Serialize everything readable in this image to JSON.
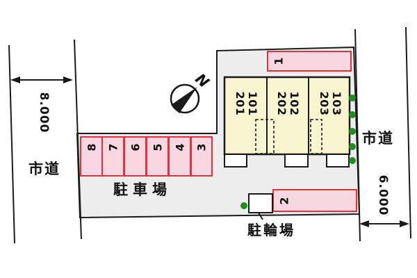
{
  "plan": {
    "compass_label": "N",
    "roads": {
      "left": {
        "label": "市道",
        "dimension": "8.000"
      },
      "right": {
        "label": "市道",
        "dimension": "6.000"
      }
    },
    "parking": {
      "area_label": "駐車場",
      "row_spaces": [
        "8",
        "7",
        "6",
        "5",
        "4",
        "3"
      ],
      "space_top": "1",
      "space_bottom": "2"
    },
    "bicycle": {
      "label": "駐輪場"
    },
    "building": {
      "units": [
        {
          "line1": "101",
          "line2": "201"
        },
        {
          "line1": "102",
          "line2": "202"
        },
        {
          "line1": "103",
          "line2": "203"
        }
      ]
    },
    "colors": {
      "plot_fill": "#EDEDED",
      "building_fill": "#FAF5D1",
      "space_fill": "#F9D7E1",
      "space_border": "#E0323C",
      "tree_dot": "#1F8E1F",
      "line": "#1A1A1A"
    }
  }
}
